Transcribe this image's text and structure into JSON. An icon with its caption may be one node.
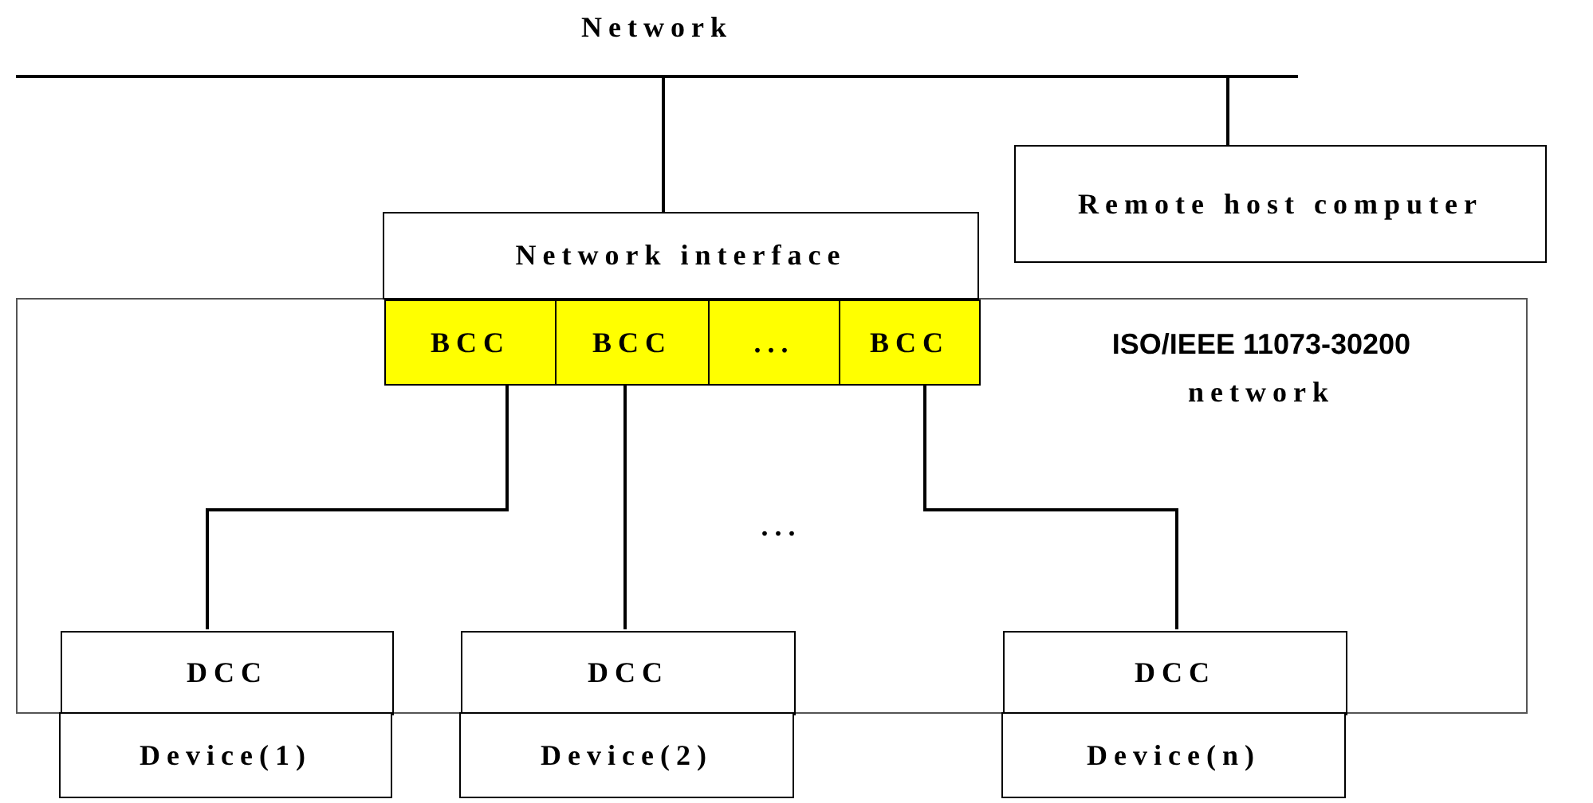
{
  "diagram": {
    "nodes": [
      {
        "text": [
          "Network"
        ]
      },
      {
        "text": [
          "Remote host computer"
        ]
      },
      {
        "text": [
          "ISO/IEEE 11073-30200",
          "network"
        ]
      },
      {
        "text": [
          "Network interface"
        ]
      },
      {
        "text": [
          "BCC"
        ],
        "in": 2
      },
      {
        "text": [
          "BCC"
        ],
        "in": 2
      },
      {
        "text": [
          "..."
        ],
        "in": 2
      },
      {
        "text": [
          "BCC"
        ],
        "in": 2
      },
      {
        "text": [
          "DCC"
        ],
        "in": 2
      },
      {
        "text": [
          "Device(1)"
        ]
      },
      {
        "text": [
          "DCC"
        ],
        "in": 2
      },
      {
        "text": [
          "Device(2)"
        ]
      },
      {
        "text": [
          "DCC"
        ],
        "in": 2
      },
      {
        "text": [
          "Device(n)"
        ]
      }
    ],
    "edges": [
      {
        "from": 0,
        "to": 3,
        "arrow": "none"
      },
      {
        "from": 0,
        "to": 1,
        "arrow": "none"
      },
      {
        "from": 4,
        "to": 8,
        "arrow": "none"
      },
      {
        "from": 5,
        "to": 10,
        "arrow": "none"
      },
      {
        "from": 7,
        "to": 12,
        "arrow": "none"
      }
    ],
    "labels": [
      "..."
    ]
  }
}
